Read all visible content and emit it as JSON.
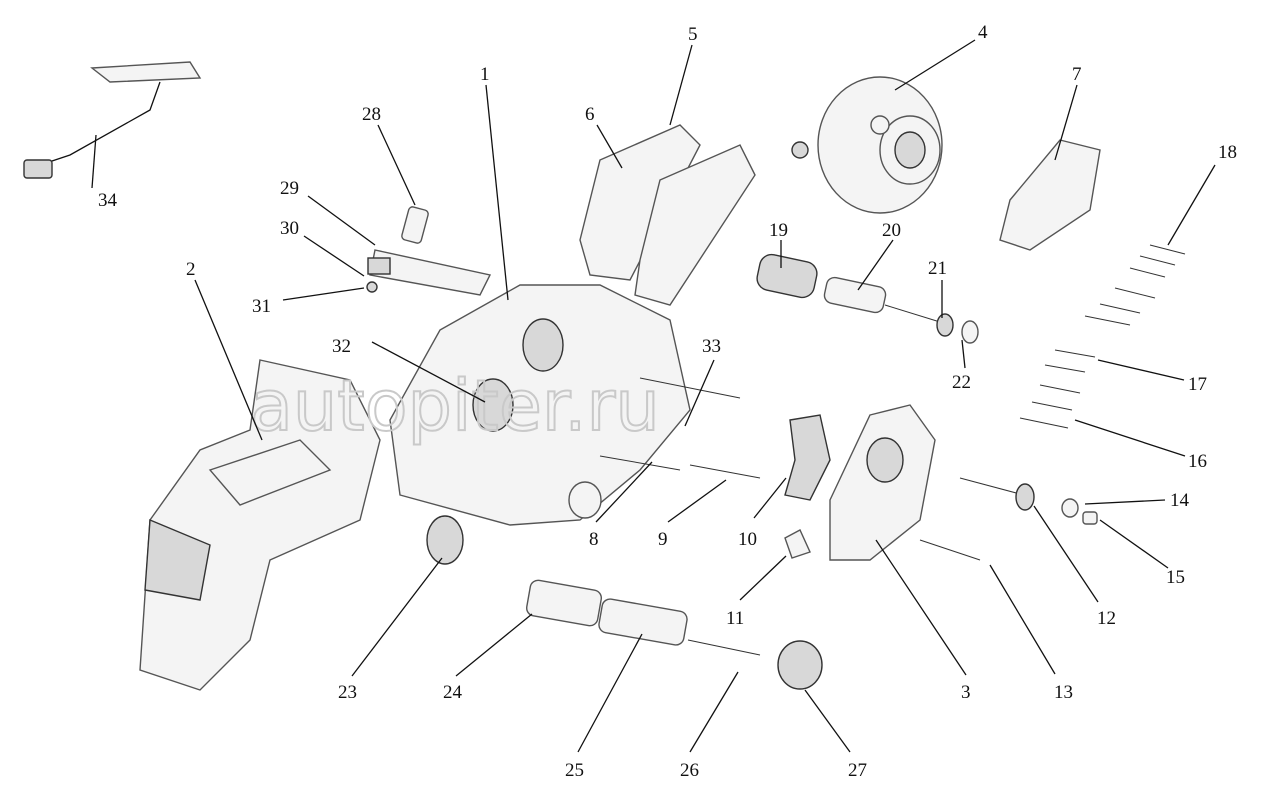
{
  "watermark": "autopiter.ru",
  "labels": [
    {
      "id": "1",
      "text": "1"
    },
    {
      "id": "2",
      "text": "2"
    },
    {
      "id": "3",
      "text": "3"
    },
    {
      "id": "4",
      "text": "4"
    },
    {
      "id": "5",
      "text": "5"
    },
    {
      "id": "6",
      "text": "6"
    },
    {
      "id": "7",
      "text": "7"
    },
    {
      "id": "8",
      "text": "8"
    },
    {
      "id": "9",
      "text": "9"
    },
    {
      "id": "10",
      "text": "10"
    },
    {
      "id": "11",
      "text": "11"
    },
    {
      "id": "12",
      "text": "12"
    },
    {
      "id": "13",
      "text": "13"
    },
    {
      "id": "14",
      "text": "14"
    },
    {
      "id": "15",
      "text": "15"
    },
    {
      "id": "16",
      "text": "16"
    },
    {
      "id": "17",
      "text": "17"
    },
    {
      "id": "18",
      "text": "18"
    },
    {
      "id": "19",
      "text": "19"
    },
    {
      "id": "20",
      "text": "20"
    },
    {
      "id": "21",
      "text": "21"
    },
    {
      "id": "22",
      "text": "22"
    },
    {
      "id": "23",
      "text": "23"
    },
    {
      "id": "24",
      "text": "24"
    },
    {
      "id": "25",
      "text": "25"
    },
    {
      "id": "26",
      "text": "26"
    },
    {
      "id": "27",
      "text": "27"
    },
    {
      "id": "28",
      "text": "28"
    },
    {
      "id": "29",
      "text": "29"
    },
    {
      "id": "30",
      "text": "30"
    },
    {
      "id": "31",
      "text": "31"
    },
    {
      "id": "32",
      "text": "32"
    },
    {
      "id": "33",
      "text": "33"
    },
    {
      "id": "34",
      "text": "34"
    }
  ]
}
